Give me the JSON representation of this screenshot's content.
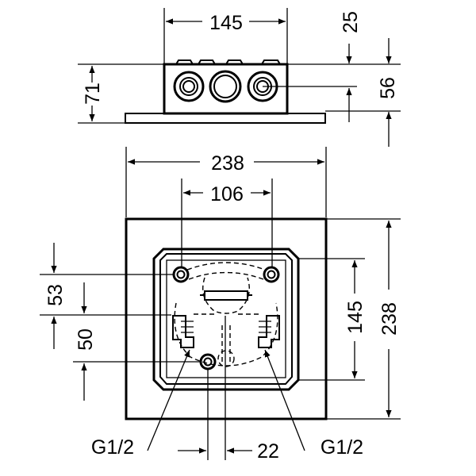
{
  "drawing": {
    "top_view": {
      "width": "145",
      "height_total": "71",
      "offset_top": "25",
      "height_body": "56"
    },
    "front_view": {
      "outer_width": "238",
      "inner_width": "106",
      "outer_height": "238",
      "inner_height": "145",
      "offset_upper": "53",
      "offset_lower": "50",
      "thread_left": "G1/2",
      "thread_right": "G1/2",
      "bottom_offset": "22"
    }
  }
}
